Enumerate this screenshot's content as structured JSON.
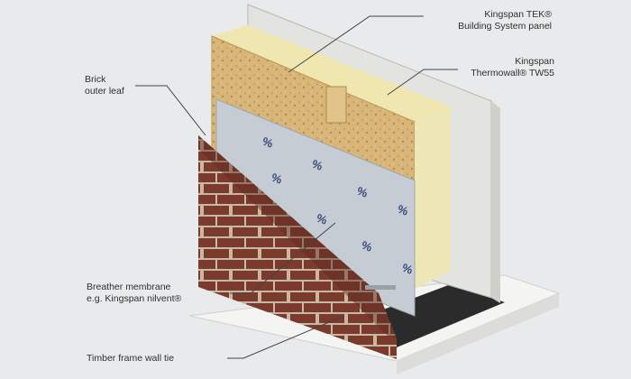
{
  "labels": {
    "panel": {
      "line1": "Kingspan TEK®",
      "line2": "Building System panel"
    },
    "insulation": {
      "line1": "Kingspan",
      "line2": "Thermowall® TW55"
    },
    "brick": {
      "line1": "Brick",
      "line2": "outer leaf"
    },
    "membrane": {
      "line1": "Breather membrane",
      "line2": "e.g. Kingspan nilvent®"
    },
    "tie": {
      "line1": "Timber frame wall tie"
    }
  },
  "membrane_print": [
    "%",
    "%",
    "%",
    "%",
    "%",
    "%",
    "%",
    "%"
  ],
  "colors": {
    "background": "#e9eaeb",
    "brick": "#7b3b2c",
    "mortar": "#c9b6a4",
    "insulation": "#d8b67a",
    "membrane": "#c6ccd3",
    "board": "#e3e4df",
    "base": "#f4f4f2",
    "dpc": "#2b2b2b",
    "leader": "#444444"
  }
}
